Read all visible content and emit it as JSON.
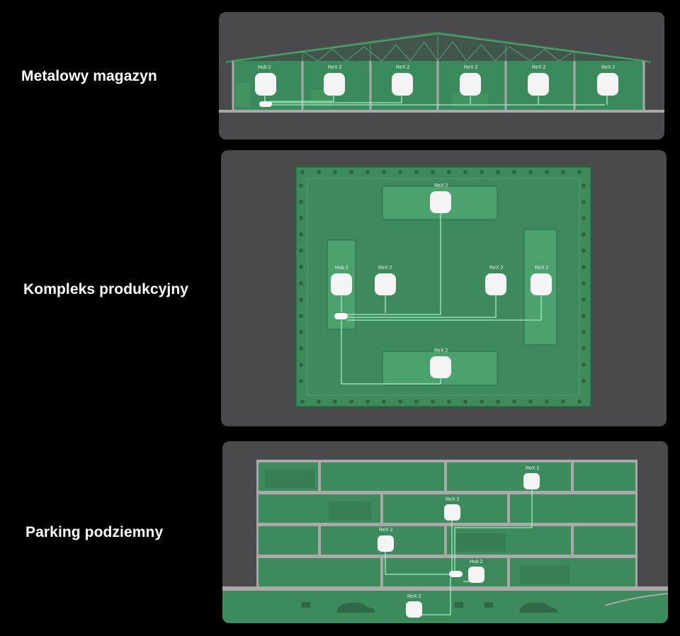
{
  "sections": [
    {
      "title": "Metalowy magazyn"
    },
    {
      "title": "Kompleks produkcyjny"
    },
    {
      "title": "Parking podziemny"
    }
  ],
  "warehouse": {
    "devices": [
      "Hub 2",
      "ReX 2",
      "ReX 2",
      "ReX 2",
      "ReX 2",
      "ReX 2"
    ]
  },
  "complex": {
    "devices": [
      "ReX 2",
      "Hub 2",
      "ReX 2",
      "ReX 2",
      "ReX 2",
      "ReX 2"
    ]
  },
  "parking": {
    "devices": [
      "ReX 2",
      "ReX 2",
      "ReX 2",
      "Hub 2",
      "ReX 2"
    ]
  },
  "colors": {
    "background": "#000000",
    "panel": "#4a4a4c",
    "zone_green": "#3d8a5c",
    "link_line": "#9ff0c0",
    "device": "#f4f4f4"
  }
}
